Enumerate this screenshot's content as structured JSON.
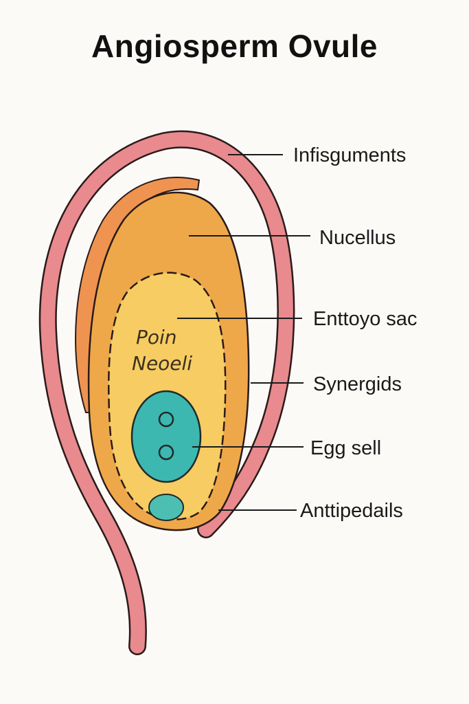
{
  "title": "Angiosperm Ovule",
  "labels": {
    "integuments": "Infisguments",
    "nucellus": "Nucellus",
    "embryo_sac": "Enttoyo sac",
    "synergids": "Synergids",
    "egg_cell": "Egg sell",
    "antipodals": "Anttipedails"
  },
  "inner_text": {
    "line1": "Poin",
    "line2": "Neoeli"
  },
  "colors": {
    "integument": "#e88a8e",
    "integument_outline": "#2a1a1a",
    "outer_nucellus_layer": "#ee9450",
    "nucellus": "#eea84a",
    "embryo_sac": "#f7cc62",
    "egg_cell": "#3cb8b0",
    "antipodal": "#4cbfb2",
    "stalk": "#e88a8e"
  }
}
